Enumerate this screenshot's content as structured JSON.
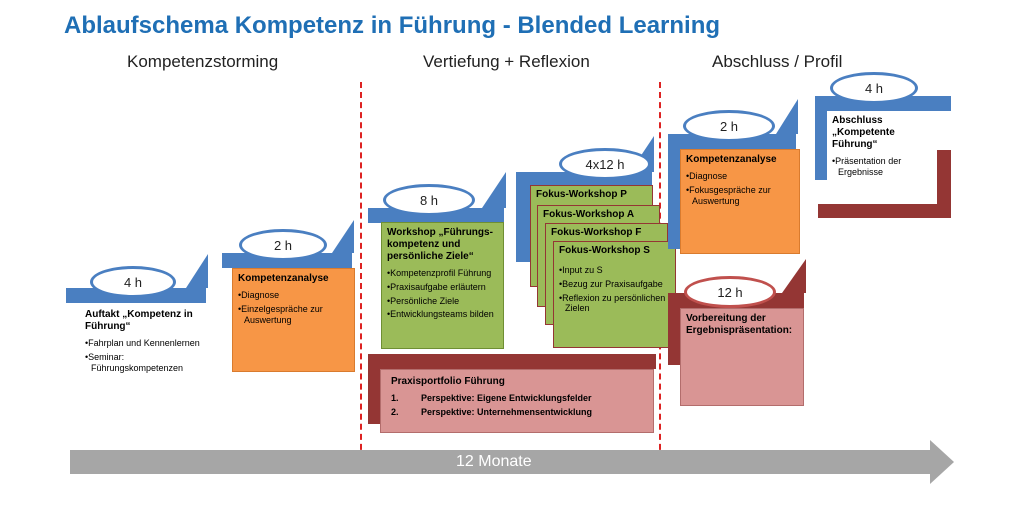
{
  "title": "Ablaufschema Kompetenz in Führung - Blended Learning",
  "phases": [
    "Kompetenzstorming",
    "Vertiefung + Reflexion",
    "Abschluss / Profil"
  ],
  "durations": {
    "d1": "4 h",
    "d2": "2 h",
    "d3": "8 h",
    "d4": "4x12 h",
    "d5": "2 h",
    "d6": "4 h",
    "d7": "12 h"
  },
  "auftakt": {
    "heading": "Auftakt „Kompetenz in Führung“",
    "items": [
      "Fahrplan und Kennenlernen",
      "Seminar: Führungskompetenzen"
    ]
  },
  "kompetenzanalyse1": {
    "heading": "Kompetenzanalyse",
    "items": [
      "Diagnose",
      "Einzelgespräche zur Auswertung"
    ]
  },
  "workshop": {
    "heading": "Workshop „Führungs-kompetenz und persönliche Ziele“",
    "items": [
      "Kompetenzprofil Führung",
      "Praxisaufgabe erläutern",
      "Persönliche Ziele",
      "Entwicklungsteams bilden"
    ]
  },
  "fokus": {
    "headings": [
      "Fokus-Workshop P",
      "Fokus-Workshop A",
      "Fokus-Workshop F",
      "Fokus-Workshop S"
    ],
    "items": [
      "Input zu S",
      "Bezug zur Praxisaufgabe",
      "Reflexion zu persönlichen Zielen"
    ]
  },
  "portfolio": {
    "heading": "Praxisportfolio Führung",
    "items": [
      {
        "num": "1.",
        "text": "Perspektive: Eigene Entwicklungsfelder"
      },
      {
        "num": "2.",
        "text": "Perspektive: Unternehmensentwicklung"
      }
    ]
  },
  "kompetenzanalyse2": {
    "heading": "Kompetenzanalyse",
    "items": [
      "Diagnose",
      "Fokusgespräche zur Auswertung"
    ]
  },
  "abschluss": {
    "heading": "Abschluss „Kompetente Führung“",
    "items": [
      "Präsentation der Ergebnisse"
    ]
  },
  "vorbereitung": {
    "heading": "Vorbereitung der Ergebnispräsentation:"
  },
  "timeline": {
    "label": "12 Monate"
  },
  "colors": {
    "title": "#1f6fb5",
    "ribbon": "#4a7fc1",
    "ribbon_dark": "#943634",
    "orange": "#f79646",
    "green": "#9bbb59",
    "pink": "#d99594",
    "arrow": "#a6a6a6",
    "divider": "#d22222"
  }
}
